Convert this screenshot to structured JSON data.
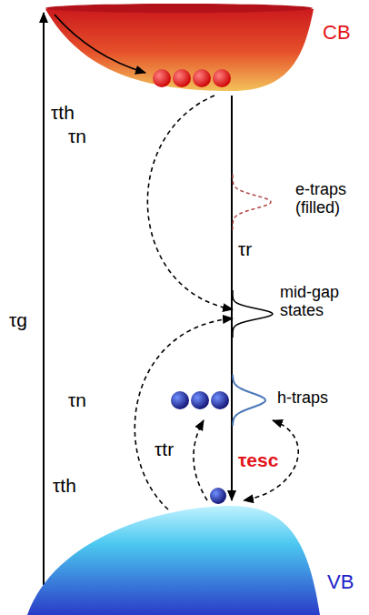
{
  "diagram": {
    "nodes": [
      {
        "text": [
          "CB"
        ]
      },
      {
        "text": [
          "e-traps (filled)"
        ]
      },
      {
        "text": [
          "mid-gap states"
        ]
      },
      {
        "text": [
          "h-traps"
        ]
      },
      {
        "text": [
          "VB"
        ]
      }
    ],
    "edges": [
      {
        "from": 4,
        "to": 0,
        "arrow": "to",
        "label": "τg"
      },
      {
        "from": 0,
        "to": 2,
        "arrow": "to",
        "label": "τn"
      },
      {
        "from": 0,
        "to": 4,
        "arrow": "to",
        "label": "τr"
      },
      {
        "from": 4,
        "to": 2,
        "arrow": "to",
        "label": "τn"
      },
      {
        "from": 4,
        "to": 3,
        "arrow": "to",
        "label": "τtr"
      },
      {
        "from": 3,
        "to": 4,
        "arrow": "both",
        "label": "τesc"
      }
    ],
    "labels": [
      "τth",
      "τth"
    ]
  }
}
